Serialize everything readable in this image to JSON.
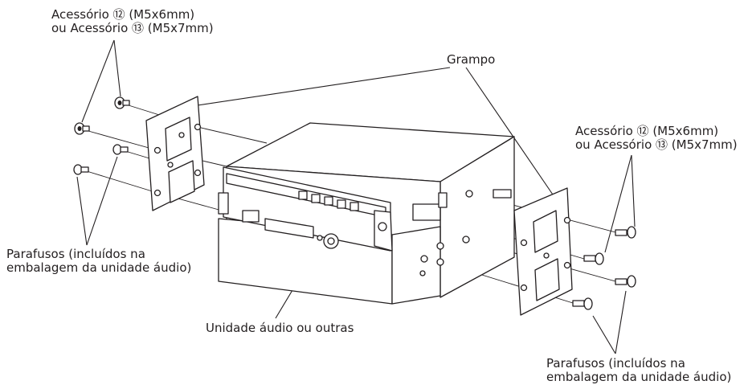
{
  "labels": {
    "accessory_left": {
      "line1": "Acessório ⑫ (M5x6mm)",
      "line2": "ou Acessório ⑬ (M5x7mm)"
    },
    "accessory_right": {
      "line1": "Acessório ⑫ (M5x6mm)",
      "line2": "ou Acessório ⑬ (M5x7mm)"
    },
    "bracket": "Grampo",
    "screws_left": {
      "line1": "Parafusos (incluídos na",
      "line2": "embalagem da unidade áudio)"
    },
    "screws_right": {
      "line1": "Parafusos (incluídos na",
      "line2": "embalagem da unidade áudio)"
    },
    "audio_unit": "Unidade áudio ou outras"
  },
  "colors": {
    "line": "#231f20",
    "background": "#ffffff"
  }
}
